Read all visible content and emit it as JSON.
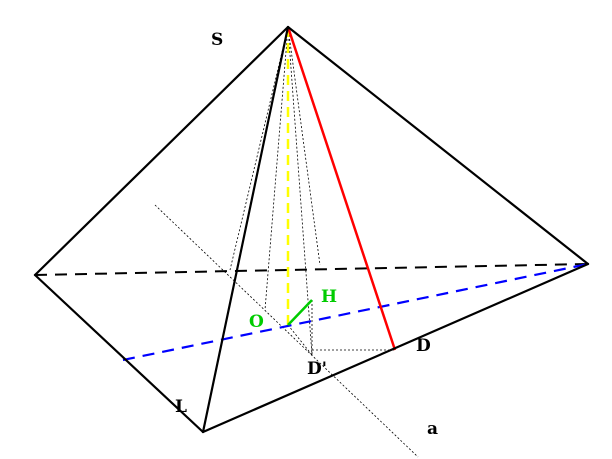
{
  "labels": {
    "apex": "S",
    "center": "O",
    "foot_h": "H",
    "point_d": "D",
    "point_d_prime": "D'",
    "point_l": "L",
    "line_a": "a"
  },
  "colors": {
    "edges": "#000000",
    "hidden_edges": "#000000",
    "height_segment": "#ffff00",
    "apothem": "#ff0000",
    "plane_line": "#0000ff",
    "perpendicular_oh": "#00cc00",
    "label_black": "#000000",
    "label_green": "#00cc00"
  }
}
